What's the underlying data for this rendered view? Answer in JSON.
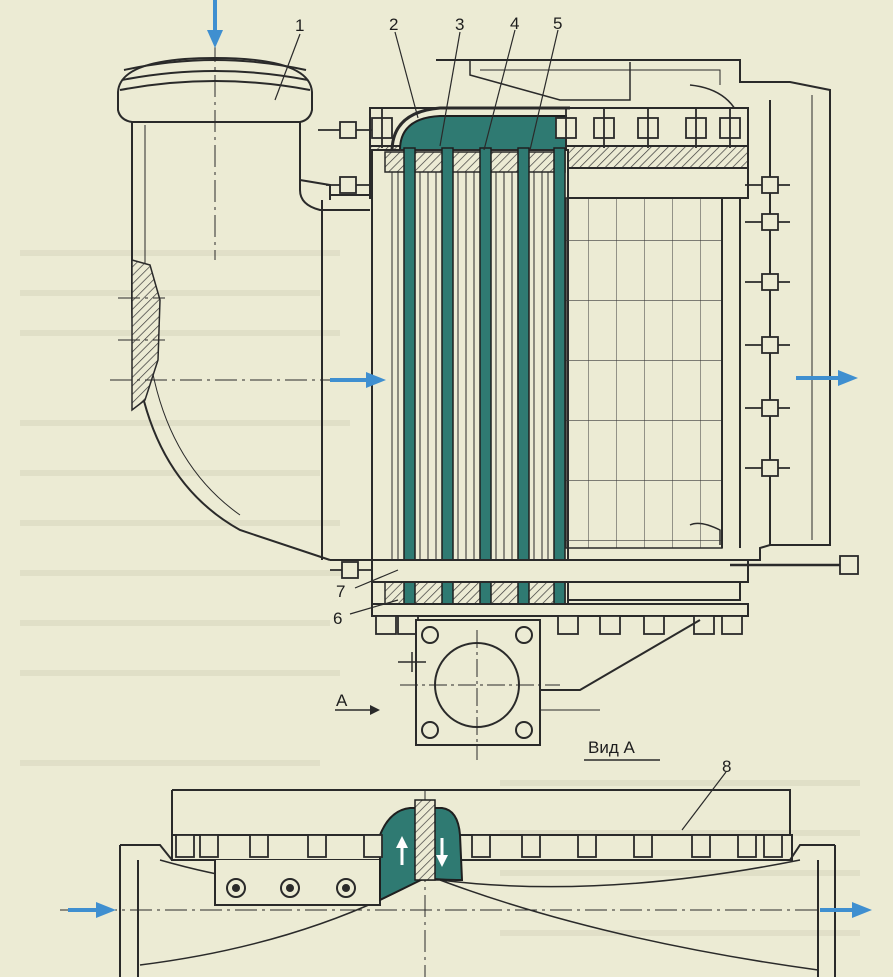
{
  "figure": {
    "callouts": [
      "1",
      "2",
      "3",
      "4",
      "5",
      "6",
      "7",
      "8"
    ],
    "view_label": "Вид А",
    "direction_label": "А"
  },
  "colors": {
    "paper": "#ecebd4",
    "ink": "#2a2a2a",
    "coolant": "#2f7a72",
    "flow_arrow": "#3f8fd0"
  }
}
